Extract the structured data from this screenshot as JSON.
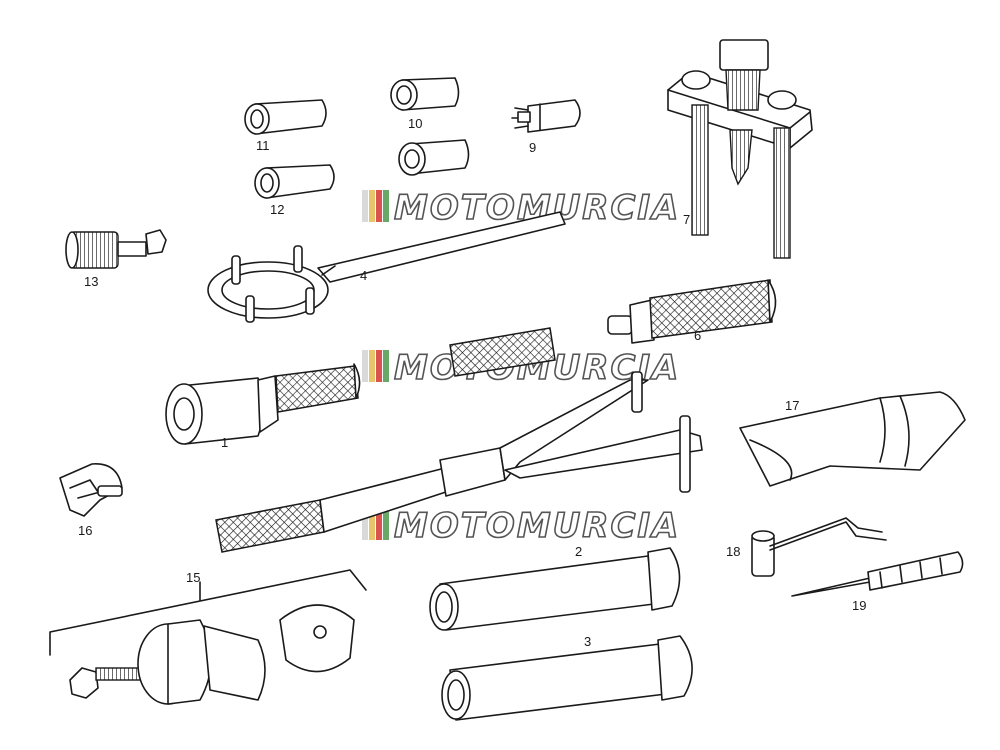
{
  "watermark": {
    "text": "MOTOMURCIA",
    "stripe_colors": [
      "#d9d9d9",
      "#e8c46a",
      "#d9534f",
      "#6aa86a"
    ]
  },
  "callouts": {
    "c1": "1",
    "c2": "2",
    "c3": "3",
    "c4": "4",
    "c6": "6",
    "c7": "7",
    "c9": "9",
    "c10": "10",
    "c11": "11",
    "c12": "12",
    "c13": "13",
    "c15": "15",
    "c16": "16",
    "c17": "17",
    "c18": "18",
    "c19": "19"
  }
}
